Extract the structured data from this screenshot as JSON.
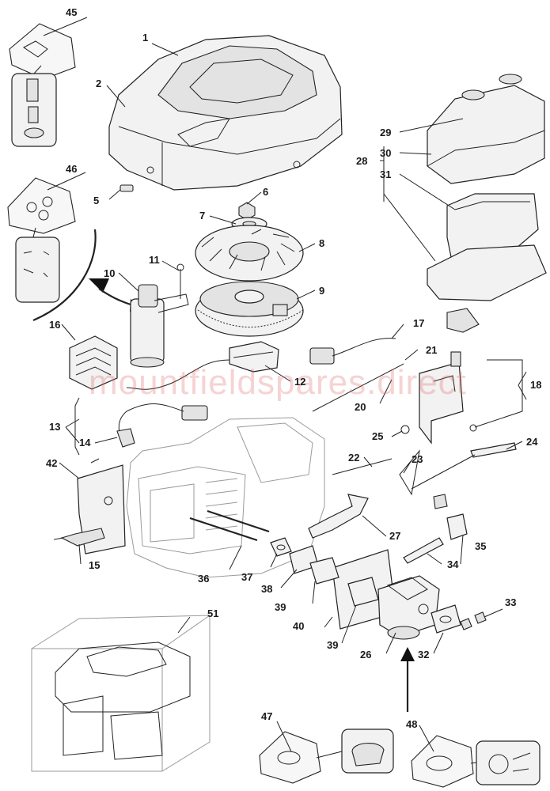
{
  "watermark": "mountfieldspares.direct",
  "callouts": {
    "n1": "1",
    "n2": "2",
    "n5": "5",
    "n6": "6",
    "n7": "7",
    "n8": "8",
    "n9": "9",
    "n10": "10",
    "n11": "11",
    "n12": "12",
    "n13": "13",
    "n14": "14",
    "n15": "15",
    "n16": "16",
    "n17": "17",
    "n18": "18",
    "n20": "20",
    "n21": "21",
    "n22": "22",
    "n23": "23",
    "n24": "24",
    "n25": "25",
    "n26": "26",
    "n27": "27",
    "n28": "28",
    "n29": "29",
    "n30": "30",
    "n31": "31",
    "n32": "32",
    "n33": "33",
    "n34": "34",
    "n35": "35",
    "n36": "36",
    "n37": "37",
    "n38": "38",
    "n39a": "39",
    "n39b": "39",
    "n40": "40",
    "n42": "42",
    "n45": "45",
    "n46": "46",
    "n47": "47",
    "n48": "48",
    "n51": "51"
  }
}
